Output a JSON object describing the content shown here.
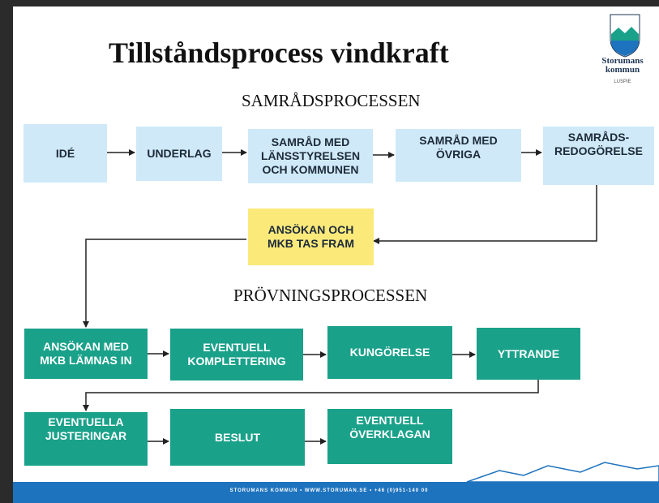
{
  "title": "Tillståndsprocess vindkraft",
  "sections": {
    "samrad": "SAMRÅDSPROCESSEN",
    "provning": "PRÖVNINGSPROCESSEN"
  },
  "logo": {
    "name": "Storumans\nkommun",
    "sub": "LUSPIE"
  },
  "samrad_steps": [
    "IDÉ",
    "UNDERLAG",
    "SAMRÅD MED\nLÄNSSTYRELSEN\nOCH KOMMUNEN",
    "SAMRÅD MED\nÖVRIGA",
    "SAMRÅDS-\nREDOGÖRELSE"
  ],
  "ansokan_step": "ANSÖKAN OCH\nMKB TAS FRAM",
  "provning_steps_row1": [
    "ANSÖKAN MED\nMKB LÄMNAS IN",
    "EVENTUELL\nKOMPLETTERING",
    "KUNGÖRELSE",
    "YTTRANDE"
  ],
  "provning_steps_row2": [
    "EVENTUELLA\nJUSTERINGAR",
    "BESLUT",
    "EVENTUELL\nÖVERKLAGAN"
  ],
  "footer": "STORUMANS KOMMUN • WWW.STORUMAN.SE • +46 (0)951-140 00",
  "colors": {
    "samrad_box": "#cfe9f9",
    "ansokan_box": "#fbe97a",
    "provning_box": "#1aa18a",
    "footer_band": "#1e73be"
  }
}
